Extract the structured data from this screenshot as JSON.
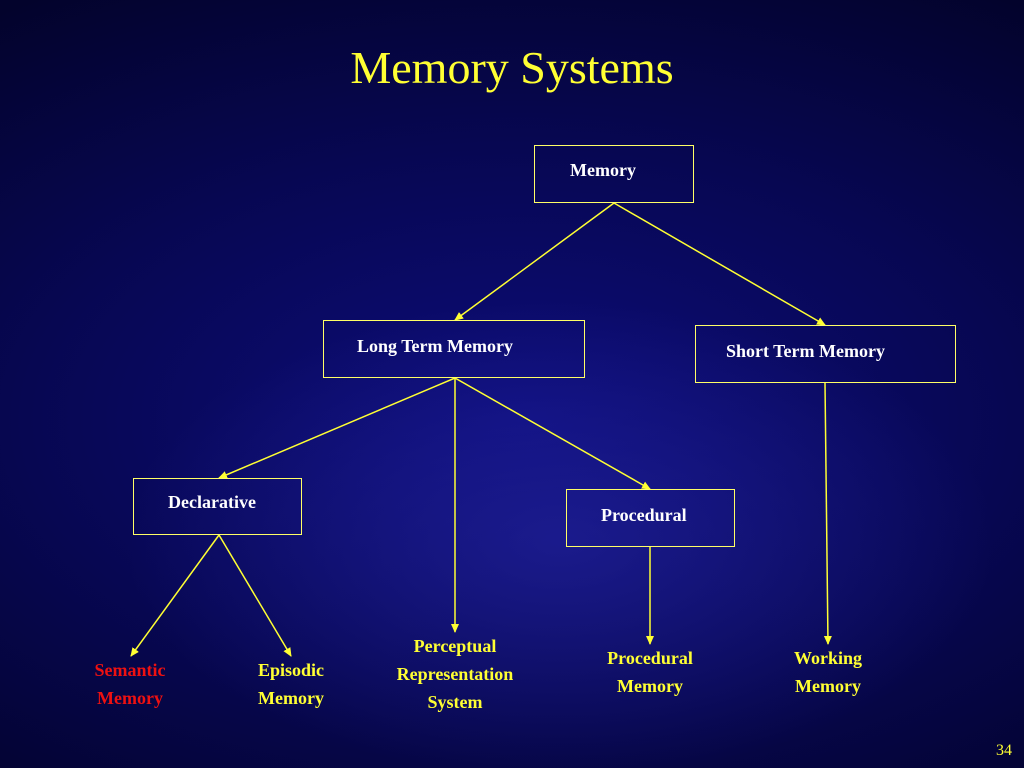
{
  "slide": {
    "title": "Memory Systems",
    "page_number": "34"
  },
  "nodes": {
    "memory": "Memory",
    "long_term": "Long Term Memory",
    "short_term": "Short Term Memory",
    "declarative": "Declarative",
    "procedural": "Procedural"
  },
  "leaves": {
    "semantic": "Semantic\nMemory",
    "episodic": "Episodic\nMemory",
    "perceptual": "Perceptual\nRepresentation\nSystem",
    "procedural_memory": "Procedural\nMemory",
    "working": "Working\nMemory"
  },
  "colors": {
    "title": "#ffff33",
    "box_border": "#ffff66",
    "box_text": "#ffffff",
    "leaf_text": "#ffff33",
    "semantic_text": "#ee1111",
    "connector": "#ffff33"
  },
  "edges": [
    {
      "from": "Memory",
      "to": "Long Term Memory"
    },
    {
      "from": "Memory",
      "to": "Short Term Memory"
    },
    {
      "from": "Long Term Memory",
      "to": "Declarative"
    },
    {
      "from": "Long Term Memory",
      "to": "Perceptual Representation System"
    },
    {
      "from": "Long Term Memory",
      "to": "Procedural"
    },
    {
      "from": "Short Term Memory",
      "to": "Working Memory"
    },
    {
      "from": "Declarative",
      "to": "Semantic Memory"
    },
    {
      "from": "Declarative",
      "to": "Episodic Memory"
    },
    {
      "from": "Procedural",
      "to": "Procedural Memory"
    }
  ]
}
